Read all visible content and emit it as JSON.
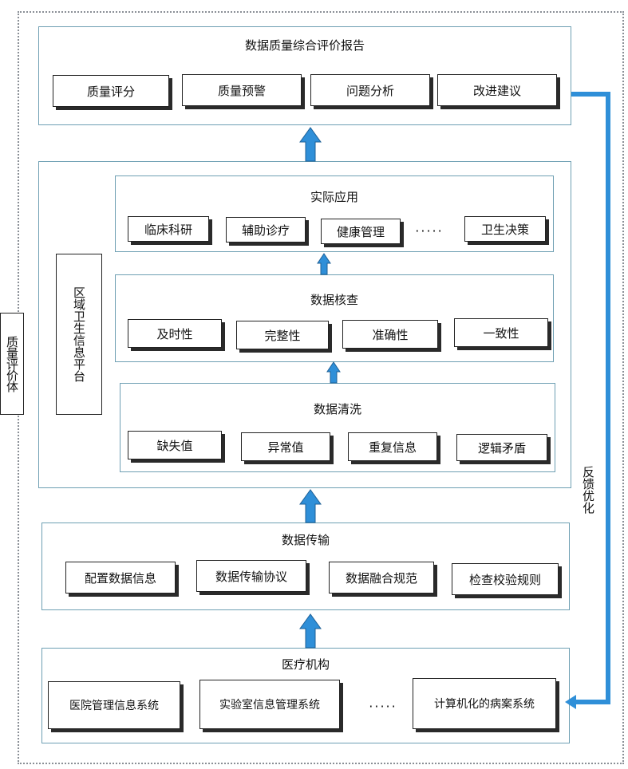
{
  "left_label": "质量评价体",
  "feedback_label": "反馈优化",
  "report": {
    "title": "数据质量综合评价报告",
    "items": [
      "质量评分",
      "质量预警",
      "问题分析",
      "改进建议"
    ]
  },
  "platform": {
    "label": "区域卫生信息平台",
    "application": {
      "title": "实际应用",
      "items": [
        "临床科研",
        "辅助诊疗",
        "健康管理",
        "卫生决策"
      ],
      "ellipsis": "·····"
    },
    "check": {
      "title": "数据核查",
      "items": [
        "及时性",
        "完整性",
        "准确性",
        "一致性"
      ]
    },
    "cleaning": {
      "title": "数据清洗",
      "items": [
        "缺失值",
        "异常值",
        "重复信息",
        "逻辑矛盾"
      ]
    }
  },
  "transfer": {
    "title": "数据传输",
    "items": [
      "配置数据信息",
      "数据传输协议",
      "数据融合规范",
      "检查校验规则"
    ]
  },
  "institution": {
    "title": "医疗机构",
    "items": [
      "医院管理信息系统",
      "实验室信息管理系统",
      "计算机化的病案系统"
    ],
    "ellipsis": "·····"
  },
  "colors": {
    "arrow": "#2f8fd8",
    "panel_border": "#6e9fb3"
  }
}
